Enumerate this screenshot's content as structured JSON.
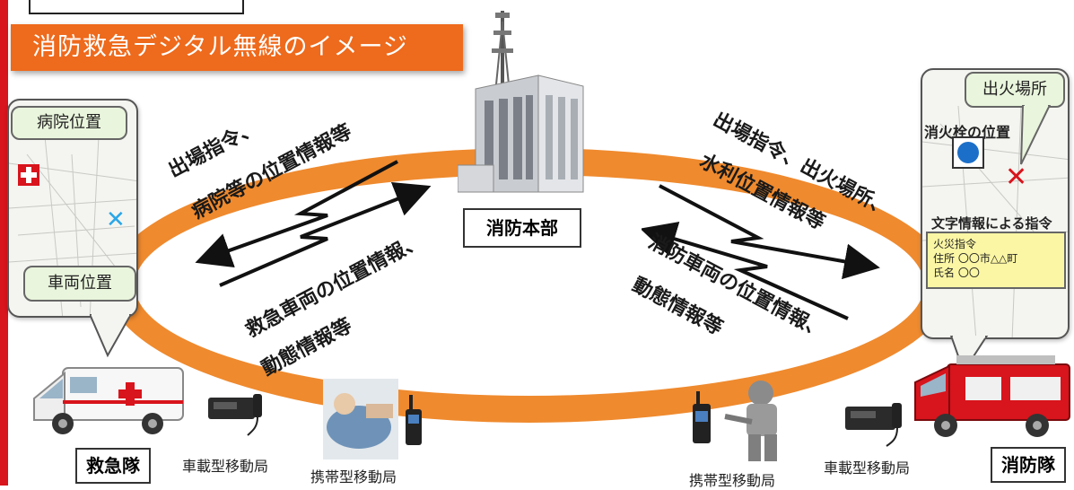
{
  "banner": {
    "title": "消防救急デジタル無線のイメージ"
  },
  "hq": {
    "label": "消防本部"
  },
  "left_messages": {
    "top_line1": "出場指令、",
    "top_line2": "病院等の位置情報等",
    "bottom_line1": "救急車両の位置情報、",
    "bottom_line2": "動態情報等"
  },
  "right_messages": {
    "top_line1": "出場指令、出火場所、",
    "top_line2": "水利位置情報等",
    "bottom_line1": "消防車両の位置情報、",
    "bottom_line2": "動態情報等"
  },
  "left_panel": {
    "hospital_callout": "病院位置",
    "vehicle_callout": "車両位置"
  },
  "right_panel": {
    "fire_callout": "出火場所",
    "hydrant_label": "消火栓の位置",
    "text_command_label": "文字情報による指令",
    "info_line1": "火災指令",
    "info_line2": "住所 〇〇市△△町",
    "info_line3": "氏名 〇〇"
  },
  "bottom": {
    "ambulance_team": "救急隊",
    "vehicle_radio_left": "車載型移動局",
    "portable_radio_left": "携帯型移動局",
    "portable_radio_right": "携帯型移動局",
    "vehicle_radio_right": "車載型移動局",
    "fire_team": "消防隊"
  },
  "colors": {
    "ring": "#ef8a2e",
    "banner": "#ee6a1c",
    "accent_red": "#d8141c",
    "callout_green": "#e9f5dc",
    "info_yellow": "#fbf6a4"
  }
}
